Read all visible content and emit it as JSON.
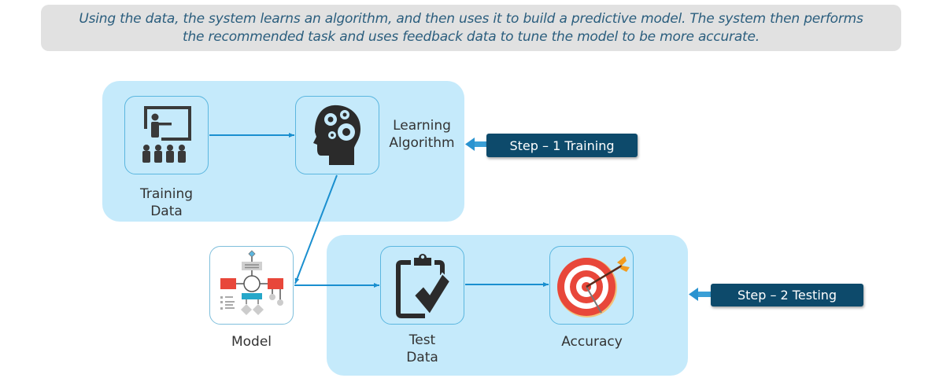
{
  "caption": {
    "line1": "Using the data, the system learns an algorithm, and then uses it to build a predictive model. The system then performs",
    "line2": "the recommended task and uses feedback data to tune the model to be more accurate."
  },
  "step1": {
    "label": "Step – 1 Training",
    "nodes": {
      "training_data": {
        "line1": "Training",
        "line2": "Data",
        "icon": "teacher-classroom-icon"
      },
      "learning_algorithm": {
        "line1": "Learning",
        "line2": "Algorithm",
        "icon": "brain-gears-icon"
      }
    }
  },
  "model": {
    "label": "Model",
    "icon": "flowchart-model-icon"
  },
  "step2": {
    "label": "Step – 2 Testing",
    "nodes": {
      "test_data": {
        "line1": "Test",
        "line2": "Data",
        "icon": "clipboard-check-icon"
      },
      "accuracy": {
        "label": "Accuracy",
        "icon": "target-arrow-icon"
      }
    }
  },
  "colors": {
    "panel": "#c5eafb",
    "connector": "#1a8fcf",
    "step_badge": "#0d4a6b",
    "caption_bg": "#e1e1e1",
    "caption_text": "#2b5e7e"
  }
}
